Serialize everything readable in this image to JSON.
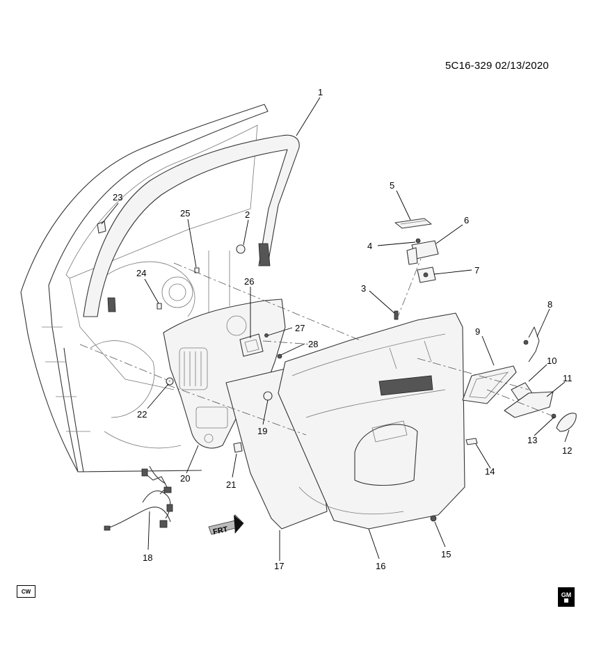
{
  "header": {
    "stamp": "5C16-329  02/13/2020"
  },
  "footer": {
    "cw_label": "CW",
    "logo_text": "GM",
    "logo_icon": "gm-logo-icon"
  },
  "direction_marker": {
    "label": "FRT",
    "icon": "front-arrow-icon"
  },
  "callouts": [
    "1",
    "2",
    "3",
    "4",
    "5",
    "6",
    "7",
    "8",
    "9",
    "10",
    "11",
    "12",
    "13",
    "14",
    "15",
    "16",
    "17",
    "18",
    "19",
    "20",
    "21",
    "22",
    "23",
    "24",
    "25",
    "26",
    "27",
    "28"
  ]
}
